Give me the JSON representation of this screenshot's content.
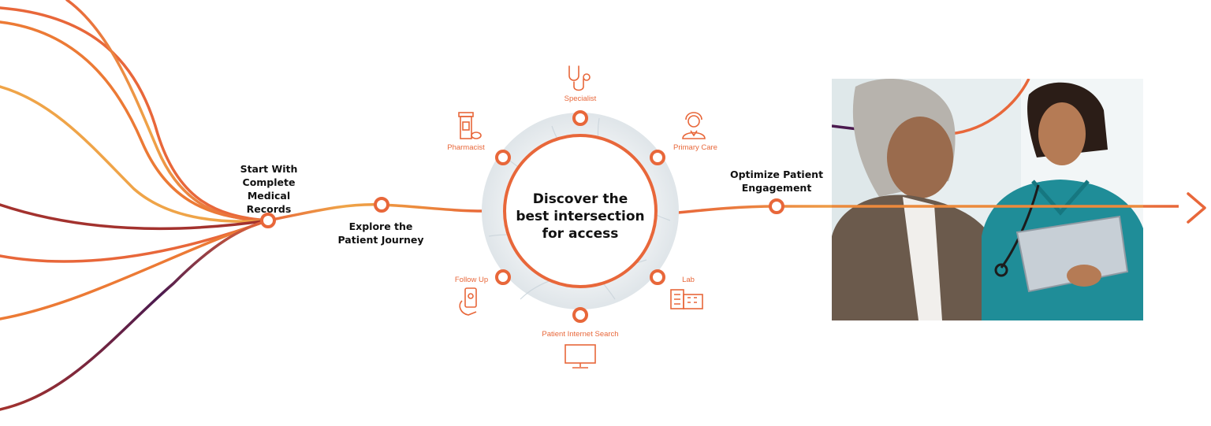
{
  "diagram": {
    "steps": {
      "start": [
        "Start With",
        "Complete",
        "Medical Records"
      ],
      "explore": [
        "Explore the",
        "Patient Journey"
      ],
      "optimize": [
        "Optimize Patient",
        "Engagement"
      ]
    },
    "center": [
      "Discover the",
      "best intersection",
      "for access"
    ],
    "touchpoints": {
      "specialist": "Specialist",
      "pharmacist": "Pharmacist",
      "primary_care": "Primary Care",
      "follow_up": "Follow Up",
      "lab": "Lab",
      "internet_search": "Patient Internet Search"
    },
    "icons": [
      "stethoscope-icon",
      "pill-bottle-icon",
      "doctor-icon",
      "phone-hand-icon",
      "building-icon",
      "monitor-icon",
      "arrow-head-icon"
    ],
    "colors": {
      "accent": "#e8673a",
      "orange": "#ec7a35",
      "gold": "#efa448",
      "dark_red": "#a3322e",
      "purple": "#4b1a4f",
      "teal": "#19a0aa"
    }
  }
}
